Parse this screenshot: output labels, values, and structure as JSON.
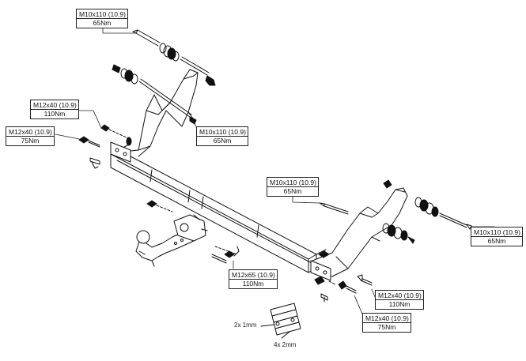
{
  "callouts": {
    "top_left_m10": {
      "spec": "M10x110 (10.9)",
      "torque": "65Nm"
    },
    "left_m12_upper": {
      "spec": "M12x40 (10.9)",
      "torque": "110Nm"
    },
    "left_m12_lower": {
      "spec": "M12x40 (10.9)",
      "torque": "75Nm"
    },
    "center_m10": {
      "spec": "M10x110 (10.9)",
      "torque": "65Nm"
    },
    "right_mid_m10": {
      "spec": "M10x110 (10.9)",
      "torque": "65Nm"
    },
    "far_right_m10": {
      "spec": "M10x110 (10.9)",
      "torque": "65Nm"
    },
    "center_m12x65": {
      "spec": "M12x65 (10.9)",
      "torque": "110Nm"
    },
    "right_m12_upper": {
      "spec": "M12x40 (10.9)",
      "torque": "110Nm"
    },
    "right_m12_lower": {
      "spec": "M12x40 (10.9)",
      "torque": "75Nm"
    }
  },
  "shims": {
    "thin_label": "2x 1mm",
    "thick_label": "4x 2mm"
  }
}
